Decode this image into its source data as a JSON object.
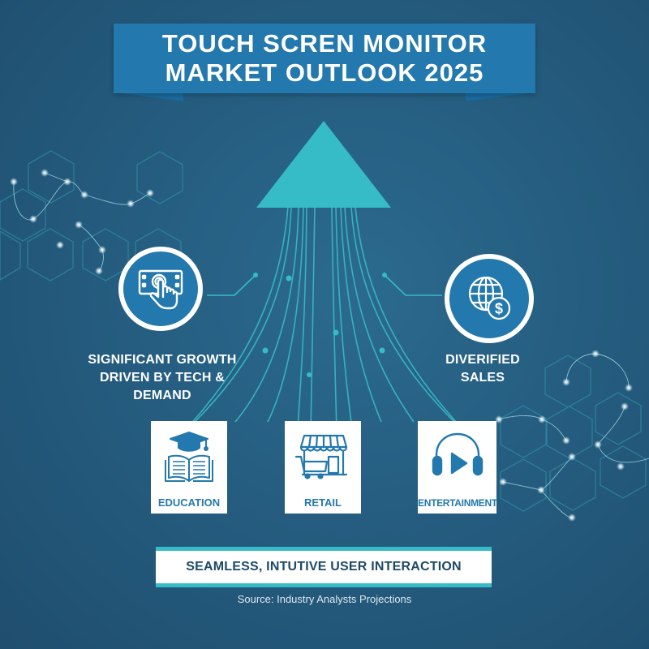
{
  "title": {
    "line1": "TOUCH SCREN MONITOR",
    "line2": "MARKET OUTLOOK 2025"
  },
  "central_graphic": {
    "shape": "upward-triangle-arrow",
    "color": "#36bcc6"
  },
  "features": [
    {
      "icon": "touch-screen-hand-icon",
      "caption_line1": "SIGNIFICANT GROWTH",
      "caption_line2": "DRIVEN BY TECH & DEMAND"
    },
    {
      "icon": "globe-dollar-icon",
      "caption_line1": "DIVERIFIED",
      "caption_line2": "SALES"
    }
  ],
  "segments": [
    {
      "label": "EDUCATION",
      "icon": "graduation-cap-book-icon"
    },
    {
      "label": "RETAIL",
      "icon": "storefront-cart-icon"
    },
    {
      "label": "ENTERTAINMENT",
      "icon": "headphones-play-icon"
    }
  ],
  "bottom_banner": {
    "text": "SEAMLESS, INTUTIVE USER INTERACTION"
  },
  "source": "Source: Industry Analysts Projections",
  "colors": {
    "background": "#255d80",
    "banner_blue": "#2379ad",
    "teal_accent": "#36bcc6",
    "dark_text": "#1d4a67",
    "white": "#ffffff"
  }
}
